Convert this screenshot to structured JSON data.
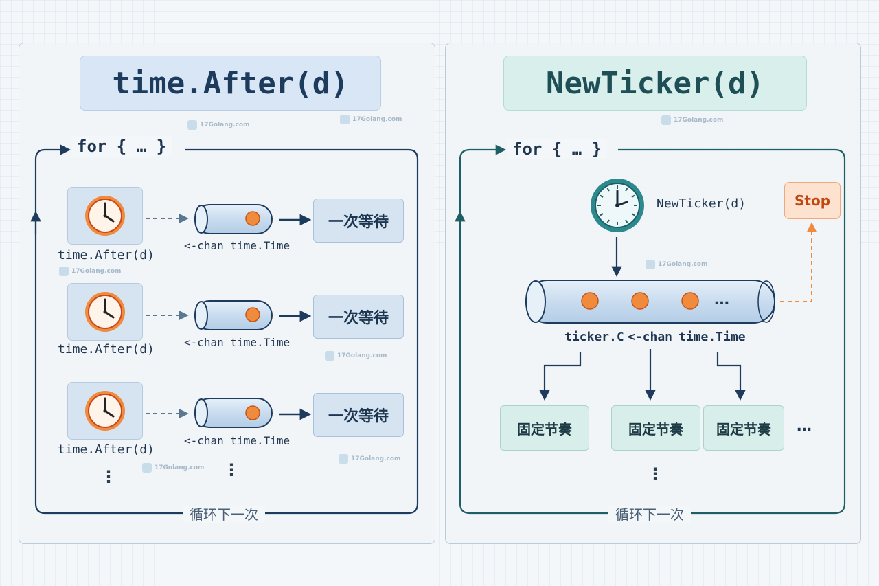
{
  "left": {
    "title": "time.After(d)",
    "loop_label": "for { … }",
    "loop_back": "循环下一次",
    "rows": [
      {
        "clock_label": "time.After(d)",
        "chan_label": "<-chan time.Time",
        "wait_label": "一次等待"
      },
      {
        "clock_label": "time.After(d)",
        "chan_label": "<-chan time.Time",
        "wait_label": "一次等待"
      },
      {
        "clock_label": "time.After(d)",
        "chan_label": "<-chan time.Time",
        "wait_label": "一次等待"
      }
    ],
    "ellipsis": "⋮"
  },
  "right": {
    "title": "NewTicker(d)",
    "loop_label": "for { … }",
    "loop_back": "循环下一次",
    "clock_label": "NewTicker(d)",
    "stop_label": "Stop",
    "channel_dots": "…",
    "chan_label_1": "ticker.C",
    "chan_label_2": "<-chan",
    "chan_label_3": "time.Time",
    "rhythm_boxes": [
      "固定节奏",
      "固定节奏",
      "固定节奏"
    ],
    "more": "…",
    "ellipsis": "⋮"
  },
  "watermark": "17Golang.com",
  "colors": {
    "left_accent": "#1d3b5c",
    "right_accent": "#1e5f66",
    "orange": "#f08a3c",
    "stop_text": "#c1460f"
  },
  "icons": {
    "clock": "clock-icon",
    "channel": "channel-pipe"
  }
}
